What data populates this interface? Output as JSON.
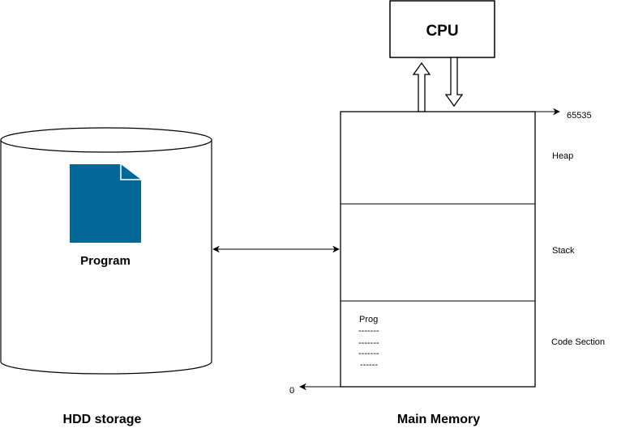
{
  "cpu": {
    "label": "CPU"
  },
  "storage": {
    "caption": "HDD storage",
    "file_label": "Program",
    "file_icon": "document-icon",
    "file_color": "#036897"
  },
  "memory": {
    "caption": "Main Memory",
    "top_address": "65535",
    "bottom_address": "0",
    "sections": [
      {
        "name": "Heap"
      },
      {
        "name": "Stack"
      },
      {
        "name": "Code Section"
      }
    ],
    "code_lines": [
      "Prog",
      "-------",
      "-------",
      "-------",
      "------"
    ]
  },
  "colors": {
    "stroke": "#000000",
    "background": "#ffffff"
  }
}
